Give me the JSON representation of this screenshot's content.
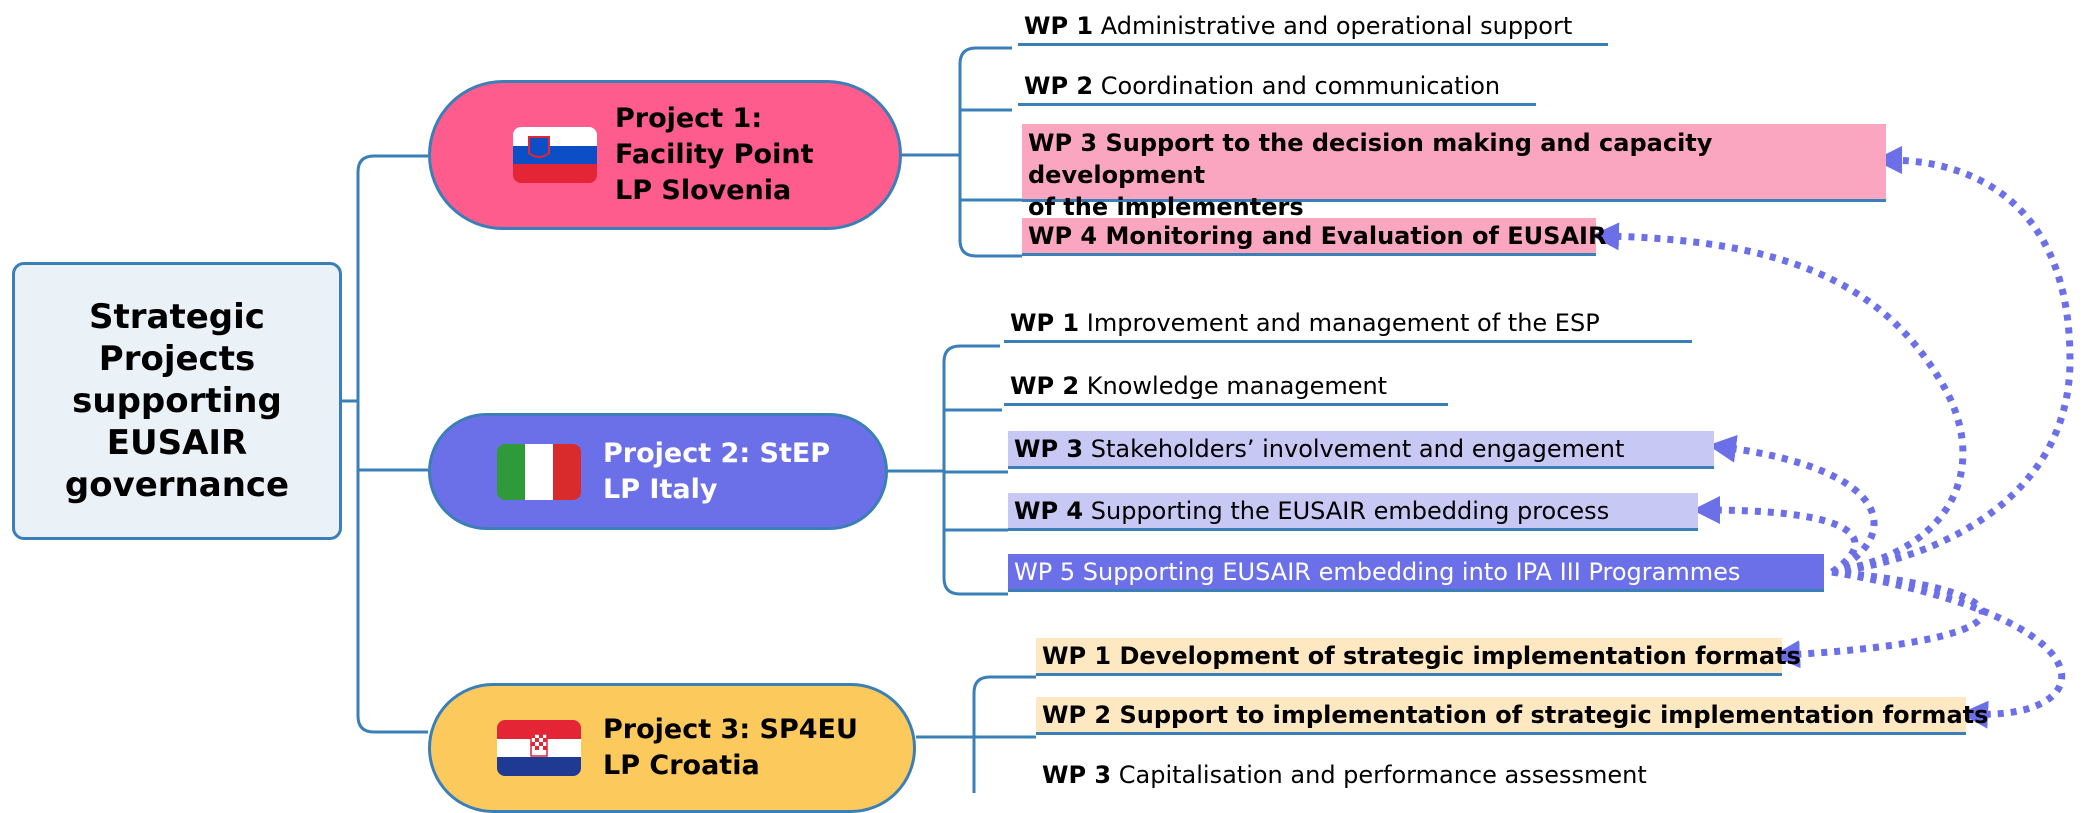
{
  "root": {
    "label": "Strategic Projects supporting EUSAIR governance"
  },
  "projects": [
    {
      "title_line1": "Project 1:",
      "title_line2": "Facility Point",
      "title_line3": "LP Slovenia",
      "flag": "slovenia-flag",
      "color": "#fd5c8d",
      "work_packages": [
        {
          "num": "WP 1",
          "text": "Administrative and operational support"
        },
        {
          "num": "WP 2",
          "text": "Coordination and communication"
        },
        {
          "num": "WP 3",
          "text": "Support to the decision making and capacity development",
          "text2": "of the implementers"
        },
        {
          "num": "WP 4",
          "text": "Monitoring and Evaluation of EUSAIR"
        }
      ]
    },
    {
      "title_line1": "Project 2: StEP",
      "title_line2": "LP Italy",
      "flag": "italy-flag",
      "color": "#6c70e8",
      "work_packages": [
        {
          "num": "WP 1",
          "text": "Improvement and management of the ESP"
        },
        {
          "num": "WP 2",
          "text": "Knowledge management"
        },
        {
          "num": "WP 3",
          "text": "Stakeholders’ involvement and engagement"
        },
        {
          "num": "WP 4",
          "text": "Supporting the EUSAIR embedding process"
        },
        {
          "num": "WP 5",
          "text": "Supporting EUSAIR embedding into IPA III Programmes"
        }
      ]
    },
    {
      "title_line1": "Project 3: SP4EU",
      "title_line2": "LP Croatia",
      "flag": "croatia-flag",
      "color": "#fcc95c",
      "work_packages": [
        {
          "num": "WP 1",
          "text": "Development of strategic implementation formats"
        },
        {
          "num": "WP 2",
          "text": "Support to implementation of strategic implementation formats"
        },
        {
          "num": "WP 3",
          "text": "Capitalisation and performance assessment"
        }
      ]
    }
  ],
  "colors": {
    "connector": "#3a7fb8",
    "dotted_arrow": "#6c70e8"
  }
}
